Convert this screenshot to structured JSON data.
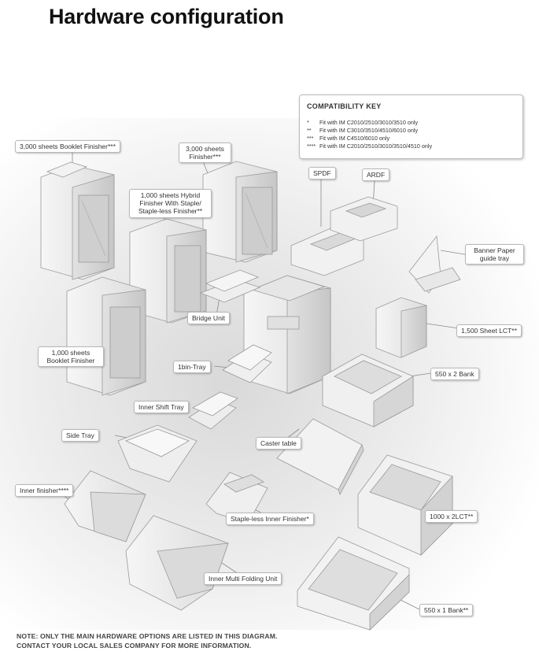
{
  "title": "Hardware configuration",
  "compatibility_key": {
    "title": "COMPATIBILITY KEY",
    "rows": [
      {
        "mark": "*",
        "text": "Fit with IM C2010/2510/3010/3510 only"
      },
      {
        "mark": "**",
        "text": "Fit with IM C3010/3510/4510/6010 only"
      },
      {
        "mark": "***",
        "text": "Fit with IM C4510/6010 only"
      },
      {
        "mark": "****",
        "text": "Fit with IM C2010/2510/3010/3510/4510 only"
      }
    ]
  },
  "labels": {
    "booklet_3000": "3,000 sheets Booklet Finisher***",
    "finisher_3000_line1": "3,000 sheets",
    "finisher_3000_line2": "Finisher***",
    "hybrid_line1": "1,000 sheets Hybrid",
    "hybrid_line2": "Finisher With Staple/",
    "hybrid_line3": "Staple-less Finisher**",
    "spdf": "SPDF",
    "ardf": "ARDF",
    "banner_line1": "Banner Paper",
    "banner_line2": "guide tray",
    "bridge_unit": "Bridge Unit",
    "lct_1500": "1,500 Sheet LCT**",
    "booklet_1000_line1": "1,000 sheets",
    "booklet_1000_line2": "Booklet Finisher",
    "one_bin_tray": "1bin-Tray",
    "bank_550x2": "550 x 2 Bank",
    "inner_shift_tray": "Inner Shift Tray",
    "side_tray": "Side Tray",
    "caster_table": "Caster table",
    "inner_finisher": "Inner finisher****",
    "staple_less_inner": "Staple-less Inner Finisher*",
    "lct_1000x2": "1000 x 2LCT**",
    "inner_multi_folding": "Inner Multi Folding Unit",
    "bank_550x1": "550 x 1 Bank**"
  },
  "footer": {
    "line1": "NOTE: ONLY THE MAIN HARDWARE OPTIONS ARE LISTED IN THIS DIAGRAM.",
    "line2": "CONTACT YOUR LOCAL SALES COMPANY FOR MORE INFORMATION."
  }
}
